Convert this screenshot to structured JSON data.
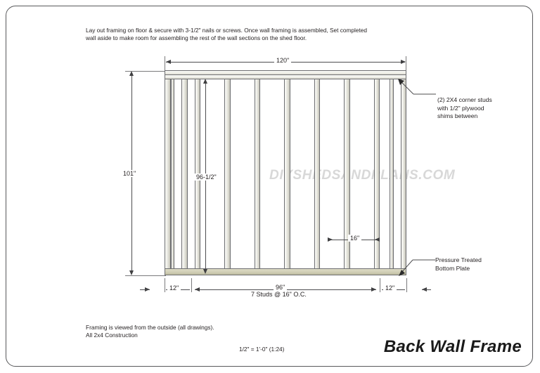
{
  "document": {
    "top_note": "Lay out framing on floor & secure with 3-1/2\" nails or screws. Once wall framing is assembled, Set completed\nwall aside to make room for assembling the rest of the wall sections on the shed floor.",
    "bottom_note": "Framing is viewed from the outside (all drawings).\nAll 2x4 Construction",
    "scale": "1/2\" = 1'-0\" (1:24)",
    "title": "Back Wall Frame",
    "watermark": "DIYSHEDSANDPLANS.COM"
  },
  "dimensions": {
    "overall_width": "120\"",
    "overall_height": "101\"",
    "stud_height": "96-1/2\"",
    "left_offset": "12\"",
    "right_offset": "12\"",
    "stud_run": "96\"",
    "stud_run_note": "7 Studs @ 16\" O.C.",
    "stud_spacing": "16\""
  },
  "callouts": {
    "corner_studs": "(2) 2X4 corner studs\nwith 1/2\" plywood\nshims between",
    "bottom_plate": "Pressure Treated\nBottom Plate"
  },
  "colors": {
    "lumber_light": "#ebebe4",
    "lumber_edge": "#6d6e71",
    "pressure_treated": "#cfcdb4",
    "dimension": "#4d4d4f",
    "watermark": "#d8d8d8"
  },
  "chart_data": {
    "type": "table",
    "title": "Back Wall Frame",
    "studs_x": [
      0,
      4.5,
      24,
      42.5,
      85,
      127.5,
      170,
      212.5,
      255,
      297.5,
      320,
      335.5
    ]
  }
}
